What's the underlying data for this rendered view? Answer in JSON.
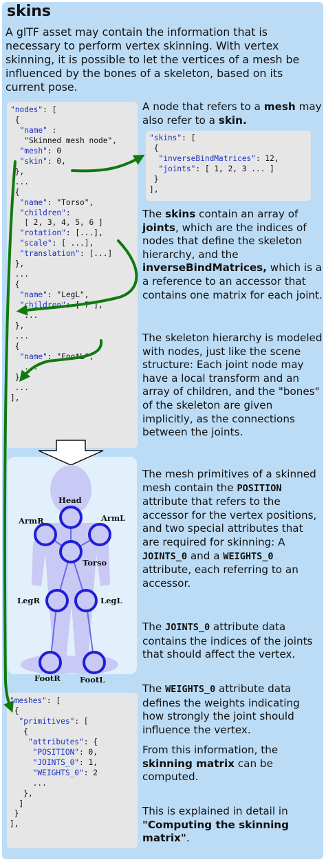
{
  "title": "skins",
  "intro": "A glTF asset may contain the information that is necessary to perform vertex skinning. With vertex skinning, it is possible to let the vertices of a mesh be influenced by the bones of a skeleton, based on its current pose.",
  "nodes_code": [
    "\"nodes\": [",
    " {",
    "  \"name\" :",
    "   \"Skinned mesh node\",",
    "  \"mesh\": 0",
    "  \"skin\": 0,",
    " },",
    " ...",
    " {",
    "  \"name\": \"Torso\",",
    "  \"children\":",
    "   [ 2, 3, 4, 5, 6 ]",
    "  \"rotation\": [...],",
    "  \"scale\": [ ...],",
    "  \"translation\": [...]",
    " },",
    " ...",
    " {",
    "  \"name\": \"LegL\",",
    "  \"children\": [ 7 ],",
    "   ...",
    " },",
    " ...",
    " {",
    "  \"name\": \"FootL\",",
    "   ...",
    " },",
    " ...",
    "],"
  ],
  "skins_code": [
    "\"skins\": [",
    " {",
    "  \"inverseBindMatrices\": 12,",
    "  \"joints\": [ 1, 2, 3 ... ]",
    " }",
    "],"
  ],
  "meshes_code": [
    "\"meshes\": [",
    " {",
    "  \"primitives\": [",
    "   {",
    "    \"attributes\": {",
    "     \"POSITION\": 0,",
    "     \"JOINTS_0\": 1,",
    "     \"WEIGHTS_0\": 2",
    "     ...",
    "   },",
    "  ]",
    " }",
    "],"
  ],
  "skin_note": {
    "a": "A node that refers to a ",
    "b": "mesh",
    "c": " may also refer to a ",
    "d": "skin."
  },
  "skins_desc": {
    "a": "The ",
    "b": "skins",
    "c": " contain an array of ",
    "d": "joints",
    "e": ", which are the indices of nodes that define the skeleton hierarchy, and the ",
    "f": "inverseBindMatrices,",
    "g": " which is a a reference to an accessor that contains one matrix for each joint."
  },
  "hierarchy_desc": "The skeleton hierarchy is modeled with nodes, just like the scene structure: Each joint node may have a local transform and an array of children, and the \"bones\" of the skeleton are given implicitly, as the connections between the joints.",
  "mesh_desc": {
    "a": "The mesh primitives of a skinned mesh contain the ",
    "b": "POSITION",
    "c": " attribute that refers to the accessor for the vertex positions, and two special attributes that are required for skinning: A ",
    "d": "JOINTS_0",
    "e": " and a ",
    "f": "WEIGHTS_0",
    "g": " attribute, each referring to an accessor."
  },
  "joints_desc": {
    "a": "The ",
    "b": "JOINTS_0",
    "c": " attribute data contains the indices of the joints that should affect the vertex."
  },
  "weights_desc": {
    "a": "The ",
    "b": "WEIGHTS_0",
    "c": " attribute data defines the weights indicating how strongly the joint should influence the vertex."
  },
  "matrix_desc": {
    "a": "From this information, the ",
    "b": "skinning matrix",
    "c": " can be computed."
  },
  "explain_desc": {
    "a": "This is explained in detail in ",
    "b": "\"Computing the skinning matrix\"",
    "c": "."
  },
  "joints": {
    "head": "Head",
    "armr": "ArmR",
    "arml": "ArmL",
    "torso": "Torso",
    "legr": "LegR",
    "legl": "LegL",
    "footr": "FootR",
    "footl": "FootL"
  },
  "colors": {
    "panel": "#bcdcf6",
    "code_bg": "#e6e6e6",
    "key": "#1a2fc4",
    "arrow": "#0f7a10",
    "joint": "#1f1fd8",
    "body": "#c9c9f5"
  }
}
